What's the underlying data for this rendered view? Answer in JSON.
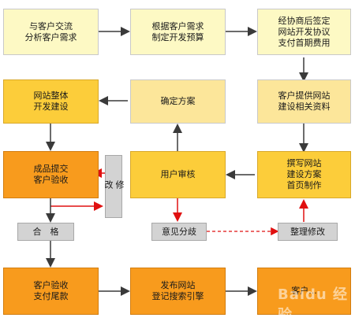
{
  "boxes": {
    "b1": "与客户交流\n分析客户需求",
    "b2": "根据客户需求\n制定开发预算",
    "b3": "经协商后签定\n网站开发协议\n支付首期费用",
    "b4": "客户提供网站\n建设相关资料",
    "b5": "确定方案",
    "b6": "网站整体\n开发建设",
    "b7": "成品提交\n客户验收",
    "b8": "修\n改",
    "b9": "用户审核",
    "b10": "撰写网站\n建设方案\n首页制作",
    "b11": "合　格",
    "b12": "意见分歧",
    "b13": "整理修改",
    "b14": "客户验收\n支付尾款",
    "b15": "发布网站\n登记搜索引擎",
    "b16": "客户..."
  },
  "watermark": "Baidu 经验",
  "colors": {
    "arrow_dark": "#3a3a3a",
    "arrow_red": "#e01010"
  }
}
